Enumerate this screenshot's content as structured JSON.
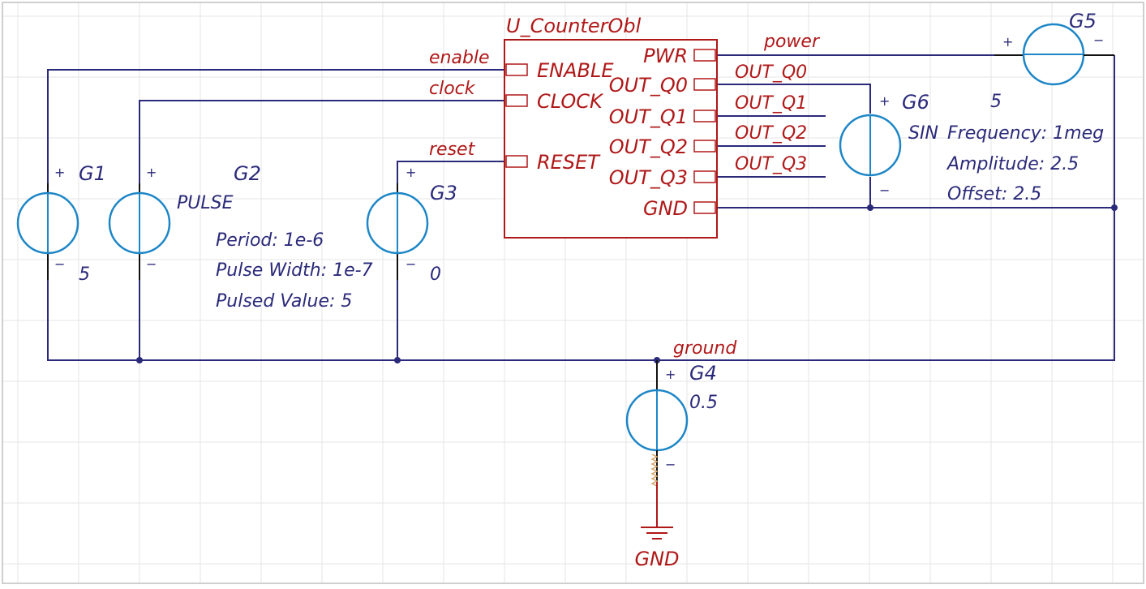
{
  "component": {
    "instance_name": "U_CounterObl",
    "left_pins": [
      "ENABLE",
      "CLOCK",
      "RESET"
    ],
    "right_pins": [
      "PWR",
      "OUT_Q0",
      "OUT_Q1",
      "OUT_Q2",
      "OUT_Q3",
      "GND"
    ]
  },
  "nets": {
    "enable": "enable",
    "clock": "clock",
    "reset": "reset",
    "power": "power",
    "out_q0": "OUT_Q0",
    "out_q1": "OUT_Q1",
    "out_q2": "OUT_Q2",
    "out_q3": "OUT_Q3",
    "ground": "ground"
  },
  "sources": {
    "g1": {
      "name": "G1",
      "value": "5"
    },
    "g2": {
      "name": "G2",
      "type": "PULSE",
      "period": "Period: 1e-6",
      "pulse_width": "Pulse Width: 1e-7",
      "pulsed_value": "Pulsed Value: 5"
    },
    "g3": {
      "name": "G3",
      "value": "0"
    },
    "g4": {
      "name": "G4",
      "value": "0.5"
    },
    "g5": {
      "name": "G5",
      "value": "5"
    },
    "g6": {
      "name": "G6",
      "type": "SIN",
      "frequency": "Frequency: 1meg",
      "amplitude": "Amplitude: 2.5",
      "offset": "Offset: 2.5"
    }
  },
  "ground_symbol": {
    "label": "GND"
  },
  "signs": {
    "plus": "+",
    "minus": "−"
  },
  "colors": {
    "wire": "#2b2a7a",
    "source": "#1d86c6",
    "component": "#b01818",
    "grid": "#e6e6e6"
  }
}
